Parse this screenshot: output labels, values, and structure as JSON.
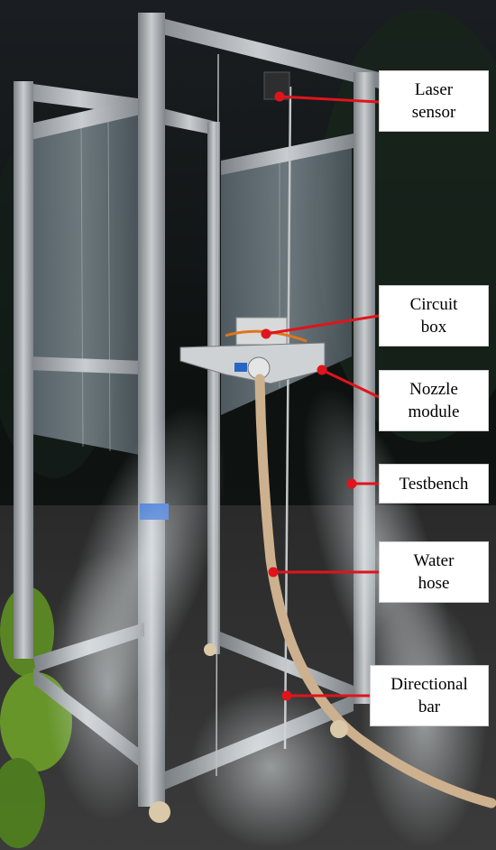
{
  "figure": {
    "labels": [
      {
        "id": "laser-sensor",
        "text": "Laser\nsensor"
      },
      {
        "id": "circuit-box",
        "text": "Circuit\nbox"
      },
      {
        "id": "nozzle-module",
        "text": "Nozzle\nmodule"
      },
      {
        "id": "testbench",
        "text": "Testbench"
      },
      {
        "id": "water-hose",
        "text": "Water\nhose"
      },
      {
        "id": "directional-bar",
        "text": "Directional\nbar"
      }
    ],
    "colors": {
      "annotation_line": "#e0141c",
      "label_background": "#ffffff",
      "frame_aluminum": "#a9adb0",
      "panel_acrylic": "#7d8a92",
      "hose": "#cdb08e",
      "tape": "#1f5fd0"
    }
  }
}
